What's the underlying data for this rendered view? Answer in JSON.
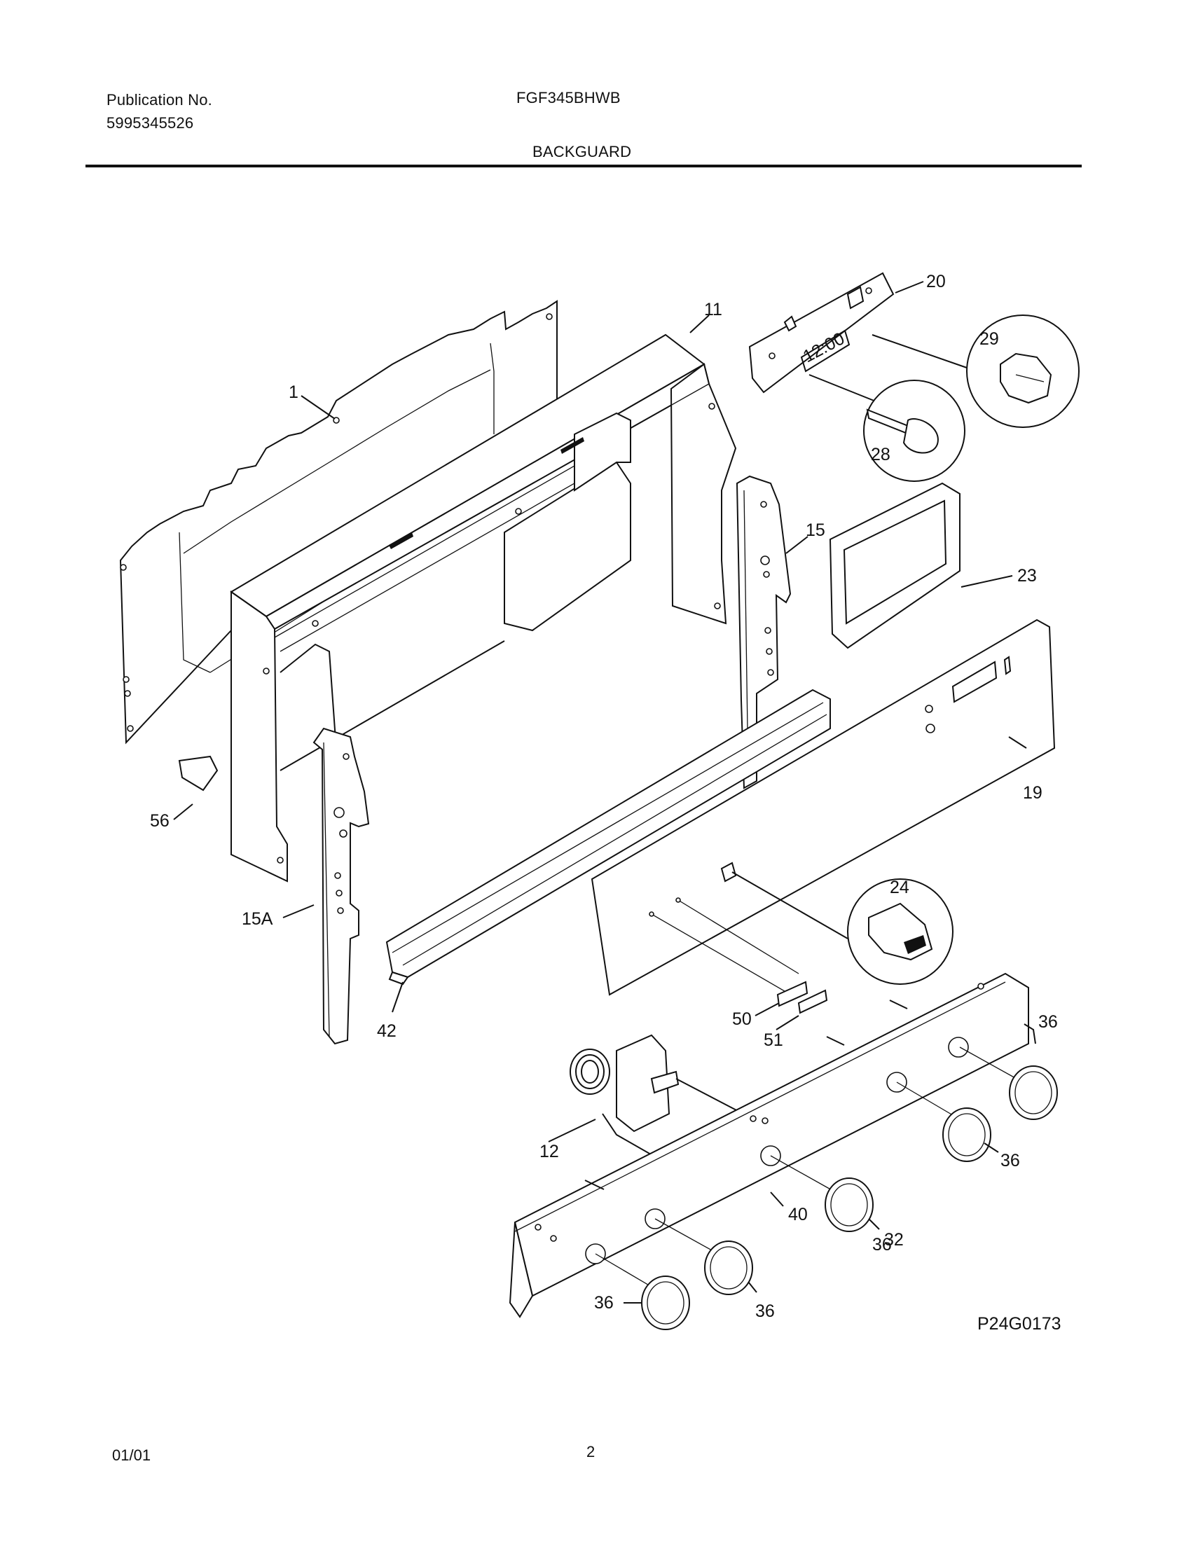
{
  "header": {
    "publication_label": "Publication No.",
    "publication_number": "5995345526",
    "model": "FGF345BHWB",
    "section": "BACKGUARD"
  },
  "diagram": {
    "display_text": "12:00",
    "figure_code": "P24G0173",
    "callouts": [
      "1",
      "11",
      "20",
      "29",
      "28",
      "15",
      "23",
      "56",
      "15A",
      "42",
      "19",
      "24",
      "50",
      "51",
      "12",
      "36",
      "36",
      "36",
      "40",
      "32",
      "36",
      "36"
    ]
  },
  "footer": {
    "date": "01/01",
    "page": "2"
  }
}
